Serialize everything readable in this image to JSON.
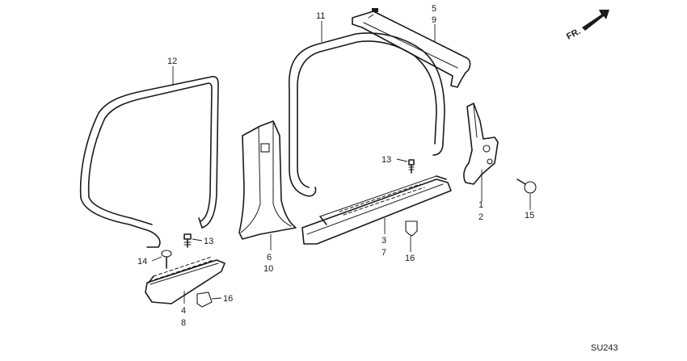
{
  "diagram_id": "SU243",
  "direction_marker": "FR.",
  "callouts": {
    "c1": "1",
    "c2": "2",
    "c3": "3",
    "c4": "4",
    "c5": "5",
    "c6": "6",
    "c7": "7",
    "c8": "8",
    "c9": "9",
    "c10": "10",
    "c11": "11",
    "c12": "12",
    "c13a": "13",
    "c13b": "13",
    "c14": "14",
    "c15": "15",
    "c16a": "16",
    "c16b": "16"
  }
}
